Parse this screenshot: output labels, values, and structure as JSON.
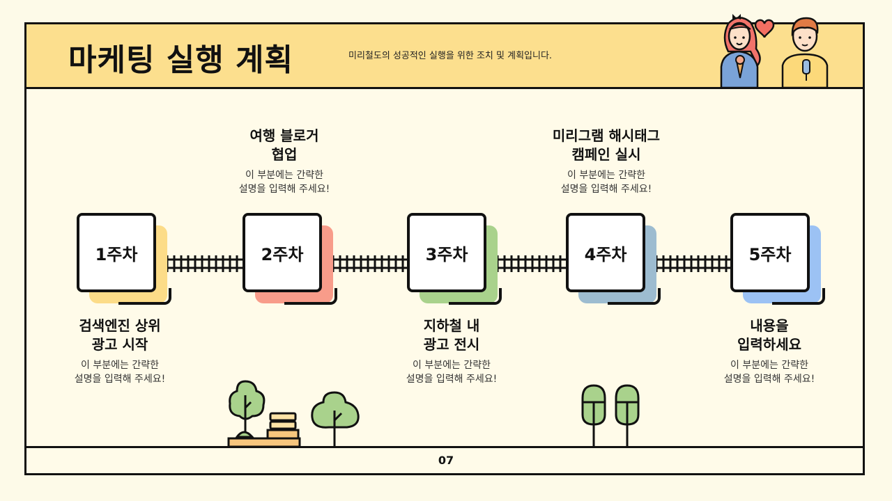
{
  "header": {
    "title": "마케팅 실행 계획",
    "subtitle": "미리철도의 성공적인 실행을 위한 조치 및 계획입니다."
  },
  "steps": [
    {
      "label": "1주차",
      "title_line1": "검색엔진 상위",
      "title_line2": "광고 시작",
      "desc_line1": "이 부분에는 간략한",
      "desc_line2": "설명을 입력해 주세요!",
      "accent": "#fcdc88"
    },
    {
      "label": "2주차",
      "title_line1": "여행 블로거",
      "title_line2": "협업",
      "desc_line1": "이 부분에는 간략한",
      "desc_line2": "설명을 입력해 주세요!",
      "accent": "#f89c8a"
    },
    {
      "label": "3주차",
      "title_line1": "지하철 내",
      "title_line2": "광고 전시",
      "desc_line1": "이 부분에는 간략한",
      "desc_line2": "설명을 입력해 주세요!",
      "accent": "#a9d28c"
    },
    {
      "label": "4주차",
      "title_line1": "미리그램 해시태그",
      "title_line2": "캠페인 실시",
      "desc_line1": "이 부분에는 간략한",
      "desc_line2": "설명을 입력해 주세요!",
      "accent": "#9dbcd0"
    },
    {
      "label": "5주차",
      "title_line1": "내용을",
      "title_line2": "입력하세요",
      "desc_line1": "이 부분에는 간략한",
      "desc_line2": "설명을 입력해 주세요!",
      "accent": "#9cc2f4"
    }
  ],
  "footer": {
    "page_number": "07"
  }
}
